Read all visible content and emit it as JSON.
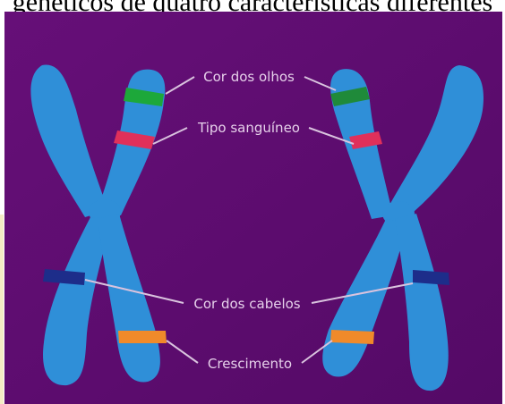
{
  "caption": "genéticos de quatro características diferentes",
  "labels": {
    "eye_color": "Cor dos olhos",
    "blood_type": "Tipo sanguíneo",
    "hair_color": "Cor dos cabelos",
    "growth": "Crescimento"
  },
  "colors": {
    "background": "#5e0d70",
    "chromosome": "#2f8fd8",
    "eye_color_band": "#1da83a",
    "blood_type_band": "#e0305a",
    "hair_color_band": "#1d2d8a",
    "growth_band": "#f08a2a",
    "leader_line": "#d9c3de"
  }
}
